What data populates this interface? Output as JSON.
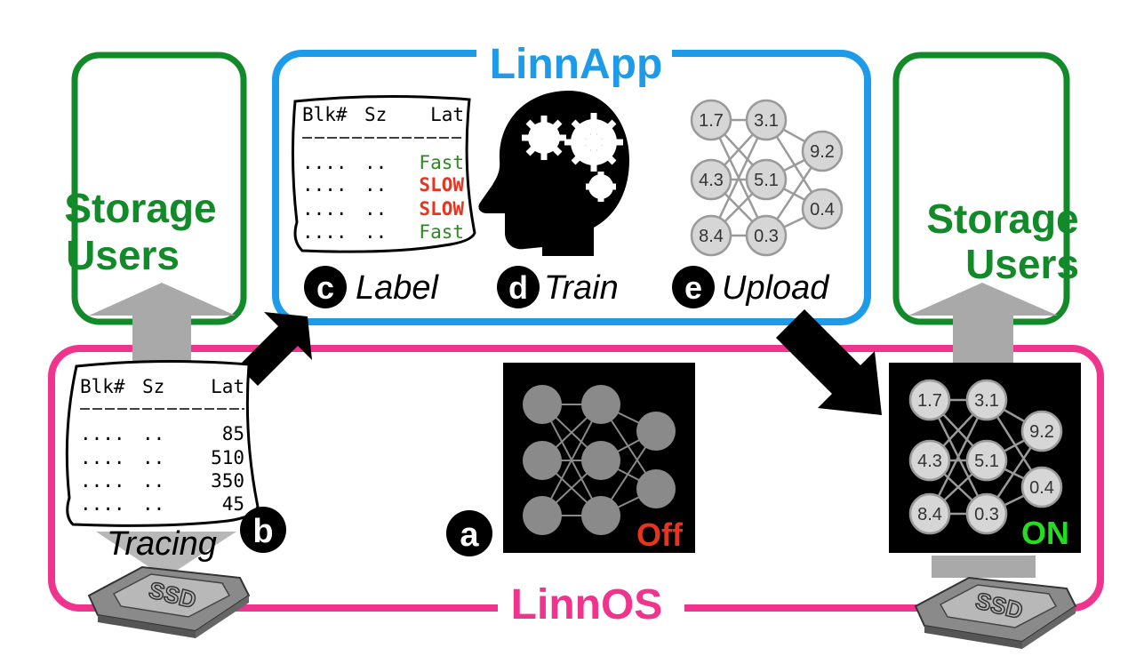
{
  "linnapp_title": "LinnApp",
  "linnos_title": "LinnOS",
  "storage_users_left": [
    "Storage",
    "Users"
  ],
  "storage_users_right": [
    "Storage",
    "Users"
  ],
  "label_table": {
    "header": [
      "Blk#",
      "Sz",
      "Lat"
    ],
    "rows": [
      {
        "blk": "....",
        "sz": "..",
        "lat": "Fast"
      },
      {
        "blk": "....",
        "sz": "..",
        "lat": "SLOW"
      },
      {
        "blk": "....",
        "sz": "..",
        "lat": "SLOW"
      },
      {
        "blk": "....",
        "sz": "..",
        "lat": "Fast"
      }
    ]
  },
  "trace_table": {
    "header": [
      "Blk#",
      "Sz",
      "Lat"
    ],
    "rows": [
      {
        "blk": "....",
        "sz": "..",
        "lat": "85"
      },
      {
        "blk": "....",
        "sz": "..",
        "lat": "510"
      },
      {
        "blk": "....",
        "sz": "..",
        "lat": "350"
      },
      {
        "blk": "....",
        "sz": "..",
        "lat": "45"
      }
    ]
  },
  "steps": {
    "a": {
      "letter": "a"
    },
    "b": {
      "letter": "b",
      "label": "Tracing"
    },
    "c": {
      "letter": "c",
      "label": "Label"
    },
    "d": {
      "letter": "d",
      "label": "Train"
    },
    "e": {
      "letter": "e",
      "label": "Upload"
    }
  },
  "nn_weights": [
    "1.7",
    "4.3",
    "8.4",
    "3.1",
    "5.1",
    "0.3",
    "9.2",
    "0.4"
  ],
  "model_off_label": "Off",
  "model_on_label": "ON",
  "ssd_label": "SSD",
  "colors": {
    "linnapp_blue": "#1e9be8",
    "linnos_pink": "#f0348e",
    "storage_green": "#128a2a",
    "fast_green": "#2a8a1e",
    "slow_red": "#e8331e",
    "off_red": "#e8331e",
    "on_green": "#22dd22"
  }
}
